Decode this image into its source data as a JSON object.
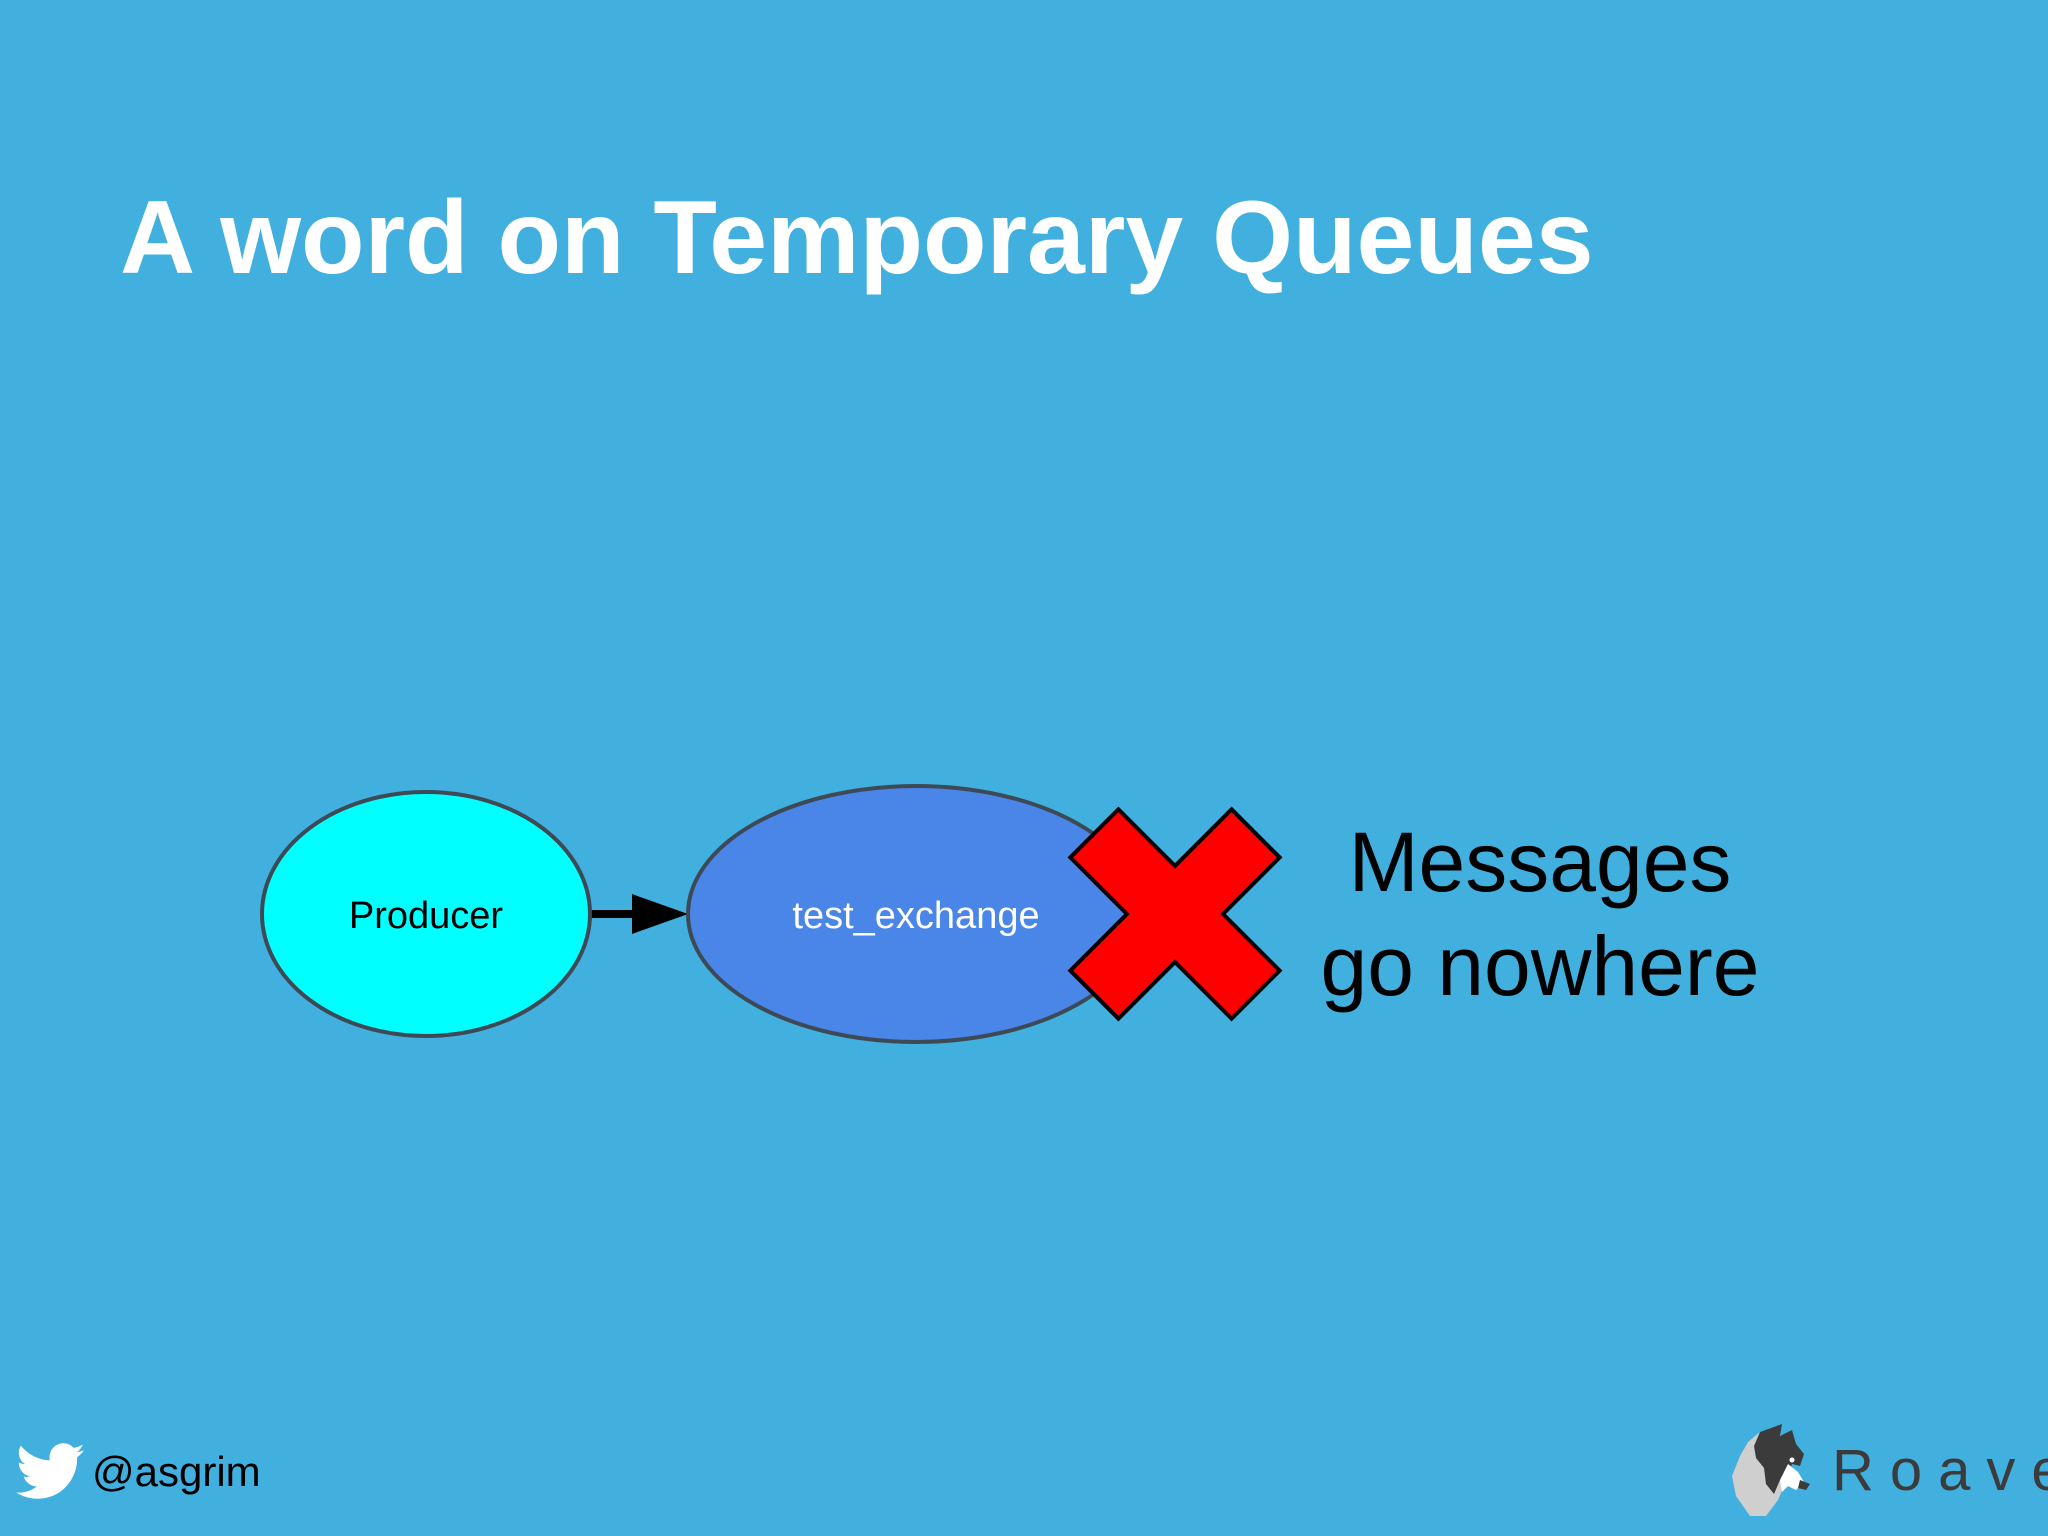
{
  "slide": {
    "title": "A word on Temporary Queues",
    "background_color": "#41b0df"
  },
  "diagram": {
    "nodes": [
      {
        "id": "producer",
        "label": "Producer",
        "fill": "#00ffff",
        "text_color": "#000000"
      },
      {
        "id": "test_exchange",
        "label": "test_exchange",
        "fill": "#4a86e8",
        "text_color": "#ffffff"
      }
    ],
    "edges": [
      {
        "from": "producer",
        "to": "test_exchange"
      }
    ],
    "blocked_marker": {
      "icon": "red-x-icon",
      "fill": "#ff0000"
    },
    "caption_lines": [
      "Messages",
      "go nowhere"
    ]
  },
  "footer": {
    "twitter_icon": "twitter-bird-icon",
    "twitter_handle": "@asgrim",
    "brand_icon": "roave-dog-logo-icon",
    "brand_name": "Roave"
  }
}
